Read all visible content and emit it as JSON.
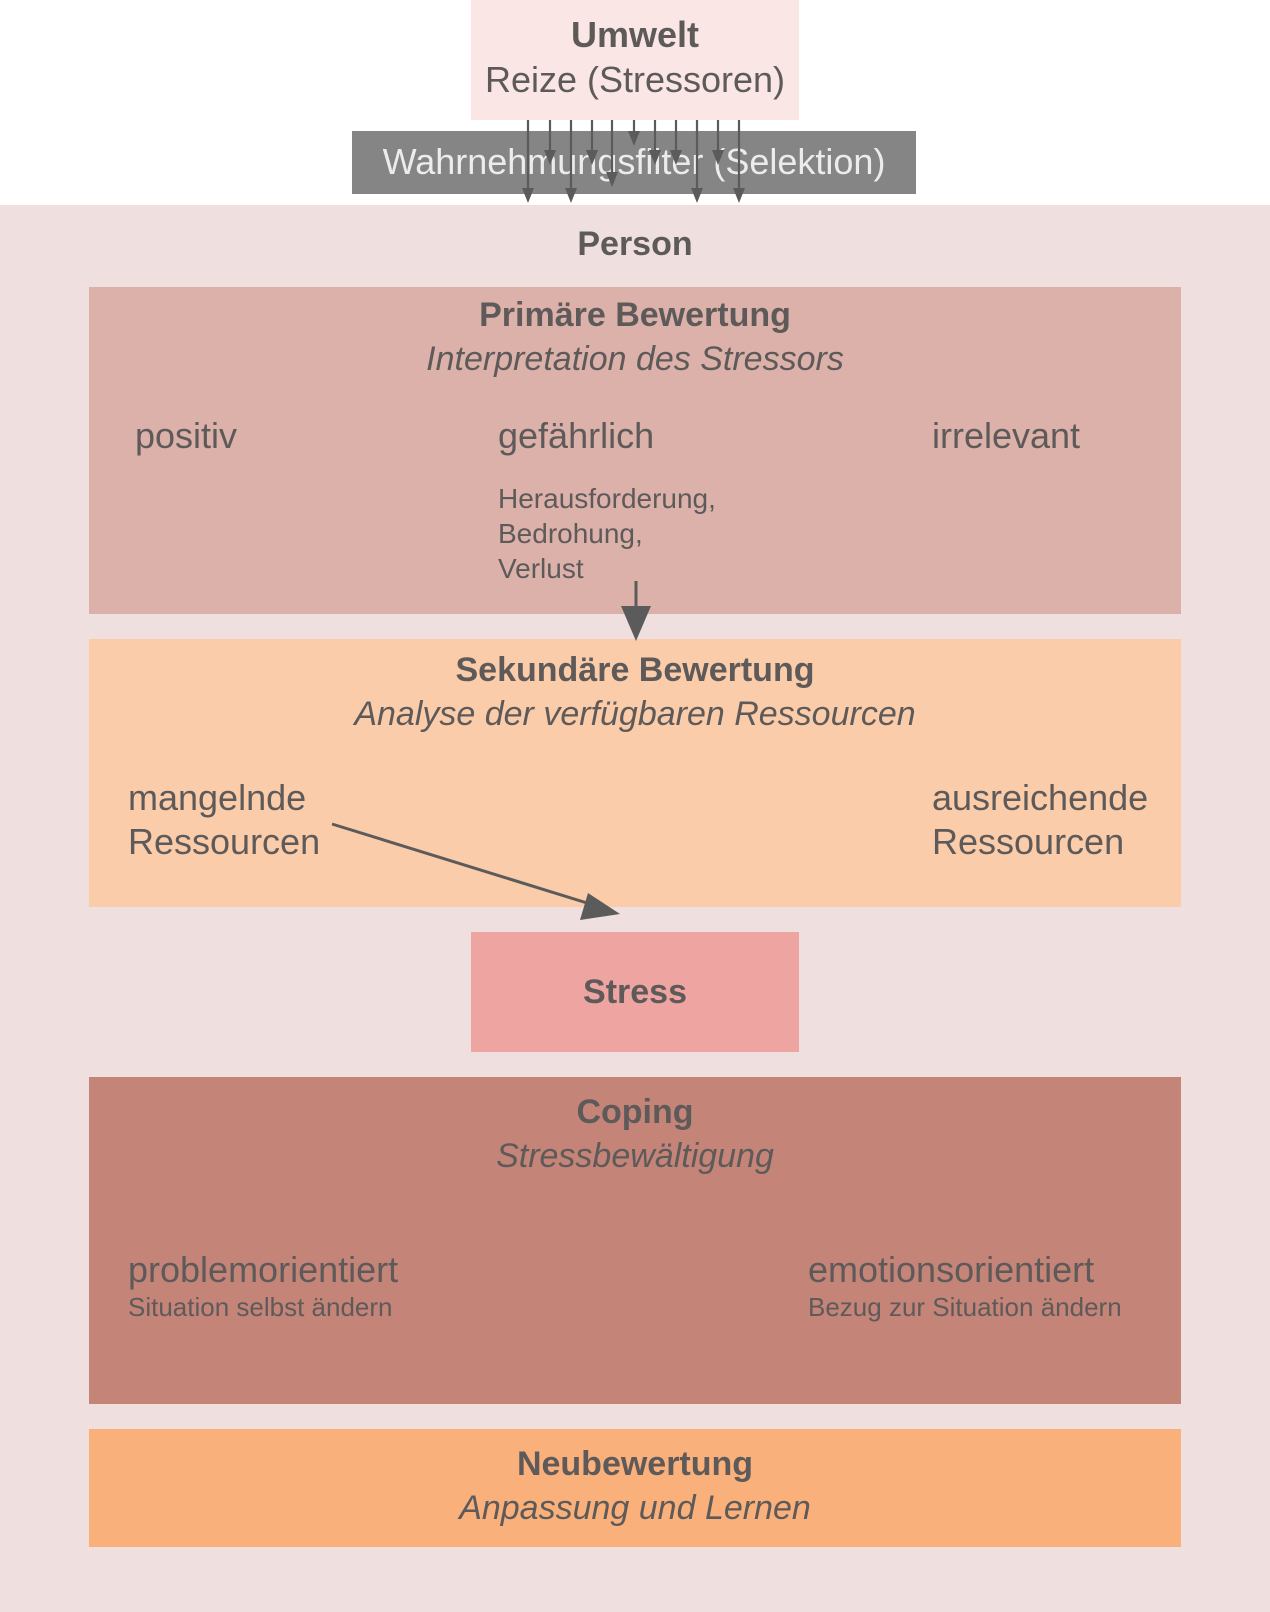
{
  "umwelt": {
    "title": "Umwelt",
    "subtitle": "Reize (Stressoren)"
  },
  "filter": {
    "label": "Wahrnehmungsfilter (Selektion)"
  },
  "person": {
    "label": "Person"
  },
  "primary": {
    "title": "Primäre Bewertung",
    "subtitle": "Interpretation des Stressors",
    "options": {
      "left": "positiv",
      "middle": "gefährlich",
      "right": "irrelevant"
    },
    "details": [
      "Herausforderung,",
      "Bedrohung,",
      "Verlust"
    ]
  },
  "secondary": {
    "title": "Sekundäre Bewertung",
    "subtitle": "Analyse der verfügbaren Ressourcen",
    "left": [
      "mangelnde",
      "Ressourcen"
    ],
    "right": [
      "ausreichende",
      "Ressourcen"
    ]
  },
  "stress": {
    "label": "Stress"
  },
  "coping": {
    "title": "Coping",
    "subtitle": "Stressbewältigung",
    "left": {
      "label": "problemorientiert",
      "sub": "Situation selbst ändern"
    },
    "right": {
      "label": "emotionsorientiert",
      "sub": "Bezug zur Situation ändern"
    }
  },
  "neubewertung": {
    "title": "Neubewertung",
    "subtitle": "Anpassung und Lernen"
  },
  "colors": {
    "umwelt": "#f9e6e5",
    "filter": "#858585",
    "person": "#efe0df",
    "primary": "#dbb1aa",
    "secondary": "#fbcca9",
    "stress": "#eea4a0",
    "coping": "#c48478",
    "neubewertung": "#f9b07a",
    "text": "#5e5a5a",
    "arrow": "#5b5b5b"
  }
}
